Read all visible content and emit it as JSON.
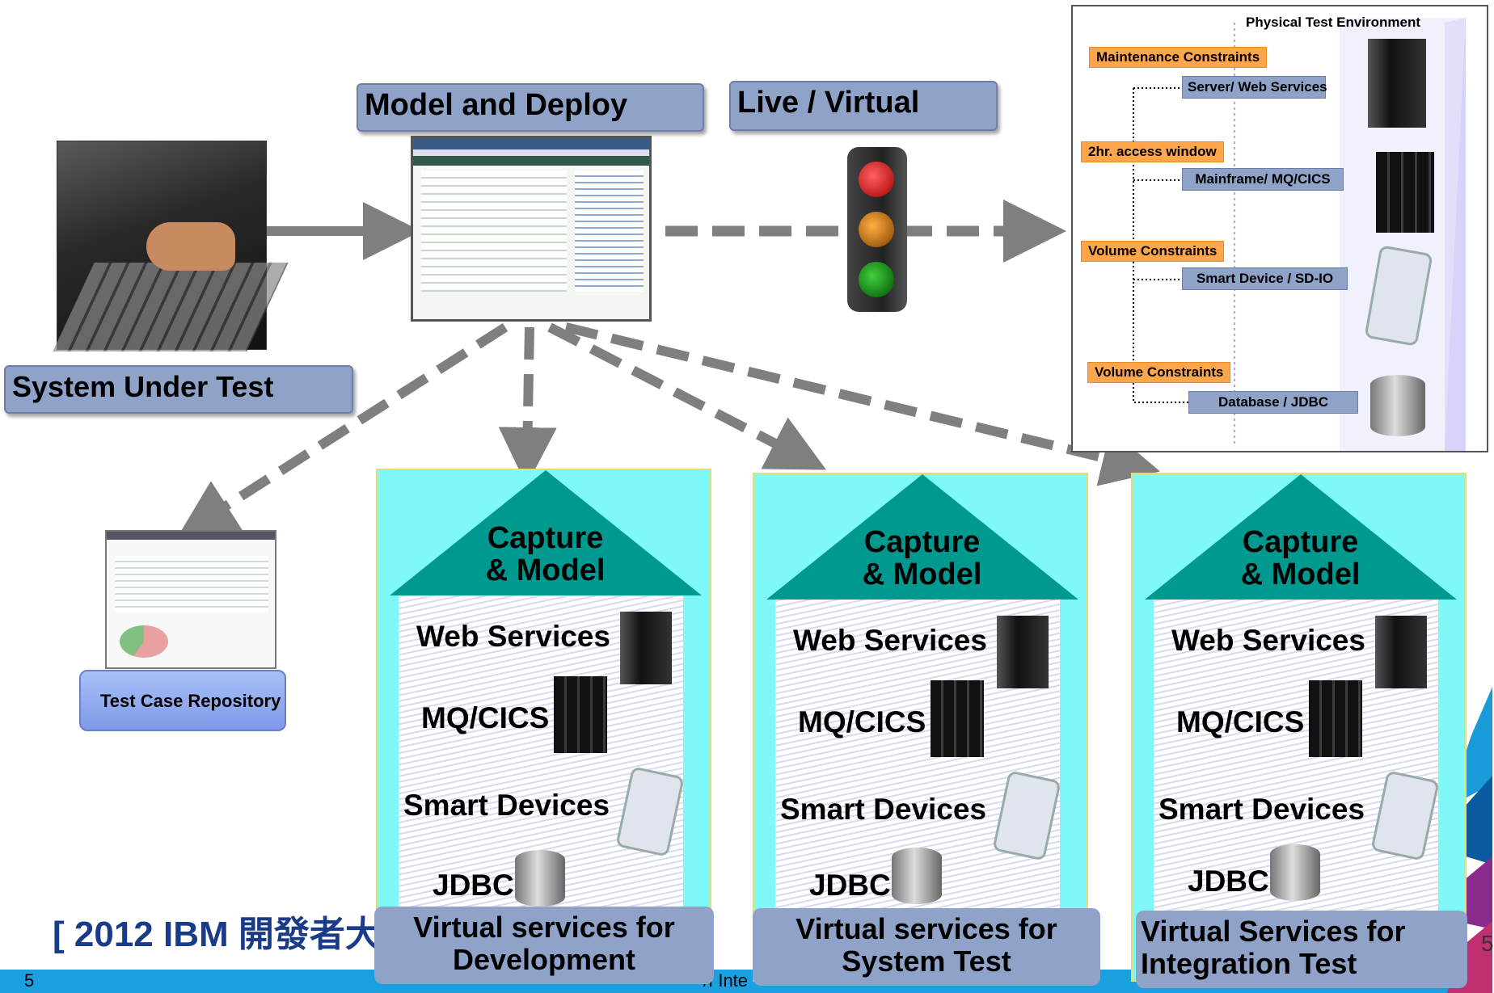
{
  "header": {
    "title_fragment": ""
  },
  "labels": {
    "model_deploy": "Model and Deploy",
    "live_virtual": "Live / Virtual",
    "system_under_test": "System Under Test",
    "test_case_repository": "Test Case Repository"
  },
  "physical_env": {
    "title": "Physical Test Environment",
    "rows": [
      {
        "constraint": "Maintenance Constraints",
        "service": "Server/ Web Services"
      },
      {
        "constraint": "2hr. access window",
        "service": "Mainframe/ MQ/CICS"
      },
      {
        "constraint": "Volume Constraints",
        "service": "Smart Device / SD-IO"
      },
      {
        "constraint": "Volume Constraints",
        "service": "Database / JDBC"
      }
    ]
  },
  "panels": [
    {
      "roof_line1": "Capture",
      "roof_line2": "& Model",
      "services": [
        "Web Services",
        "MQ/CICS",
        "Smart Devices",
        "JDBC"
      ],
      "footer_line1": "Virtual services for",
      "footer_line2": "Development"
    },
    {
      "roof_line1": "Capture",
      "roof_line2": "& Model",
      "services": [
        "Web Services",
        "MQ/CICS",
        "Smart Devices",
        "JDBC"
      ],
      "footer_line1": "Virtual services for",
      "footer_line2": "System Test"
    },
    {
      "roof_line1": "Capture",
      "roof_line2": "& Model",
      "services": [
        "Web Services",
        "MQ/CICS",
        "Smart Devices",
        "JDBC"
      ],
      "footer_line1": "Virtual Services for",
      "footer_line2": "Integration Test"
    }
  ],
  "footer": {
    "conference": "[ 2012 IBM 開發者大",
    "page_number": "5",
    "partial_text": "/I Inte",
    "right_number": "5"
  },
  "colors": {
    "teal": "#009990",
    "cyan": "#7ff8f8",
    "label_blue": "#8fa2c8",
    "orange": "#ffa64d",
    "footer_blue": "#1aa0e0"
  }
}
